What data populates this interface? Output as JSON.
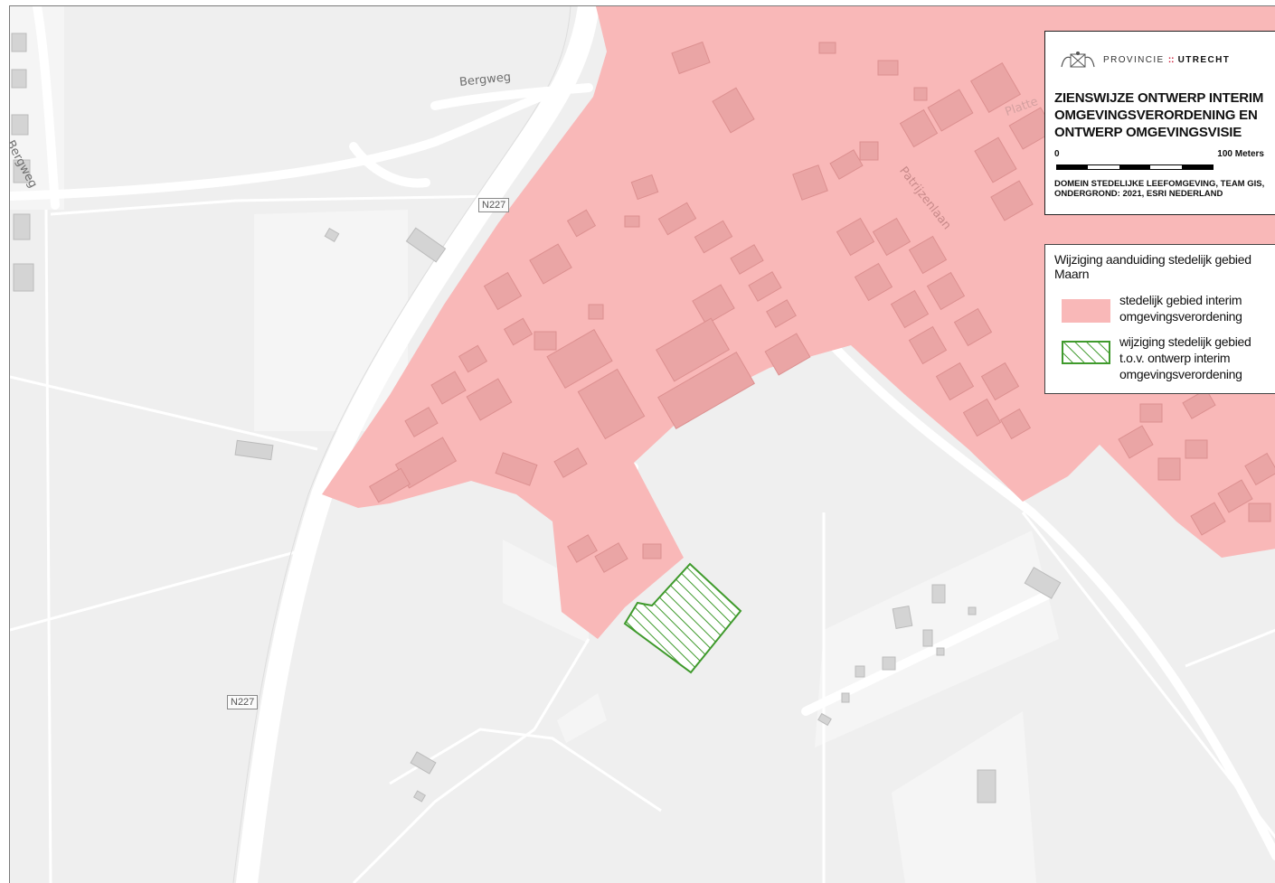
{
  "roads": {
    "bergweg_top": "Bergweg",
    "bergweg_left": "Bergweg",
    "patrijzenlaan": "Patrijzenlaan",
    "platte": "Platte",
    "n227_top": "N227",
    "n227_bottom": "N227"
  },
  "title_box": {
    "logo_text_1": "PROVINCIE",
    "logo_sep": "::",
    "logo_text_2": "UTRECHT",
    "title": "ZIENSWIJZE ONTWERP INTERIM OMGEVINGSVERORDENING EN ONTWERP OMGEVINGSVISIE",
    "scale_start": "0",
    "scale_end": "100 Meters",
    "credits": "DOMEIN STEDELIJKE LEEFOMGEVING, TEAM GIS, ONDERGROND: 2021, ESRI NEDERLAND"
  },
  "legend": {
    "title": "Wijziging aanduiding stedelijk gebied Maarn",
    "items": [
      {
        "label": "stedelijk gebied interim omgevingsverordening",
        "color": "#f9b8b8"
      },
      {
        "label": "wijziging stedelijk gebied t.o.v. ontwerp interim omgevingsverordening",
        "color": "#3f9a2c"
      }
    ]
  },
  "colors": {
    "urban": "#f9b8b8",
    "hatch": "#3f9a2c",
    "base": "#efefef",
    "road": "#ffffff",
    "building_grey": "#d9d9d9",
    "building_pink": "#eaa5a5"
  }
}
